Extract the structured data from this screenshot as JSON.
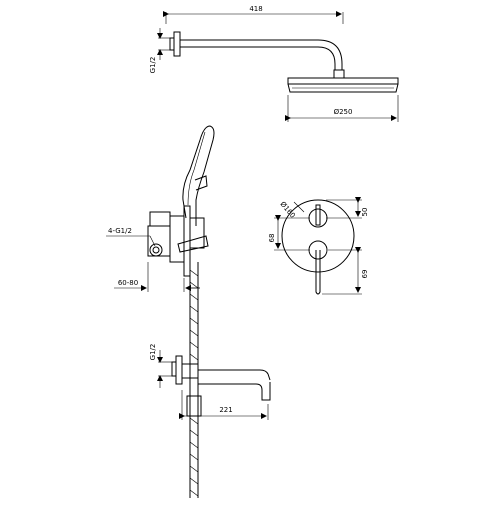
{
  "diagram": {
    "labels": {
      "overhead_arm_length": "418",
      "top_inlet_thread": "G1/2",
      "shower_head_diameter": "Ø250",
      "valve_inlets": "4-G1/2",
      "wall_depth": "60-80",
      "spout_inlet_thread": "G1/2",
      "spout_length": "221",
      "cover_plate_diameter": "Ø160",
      "handle_spacing": "68",
      "upper_handle_offset": "50",
      "lower_handle_offset": "69"
    }
  }
}
